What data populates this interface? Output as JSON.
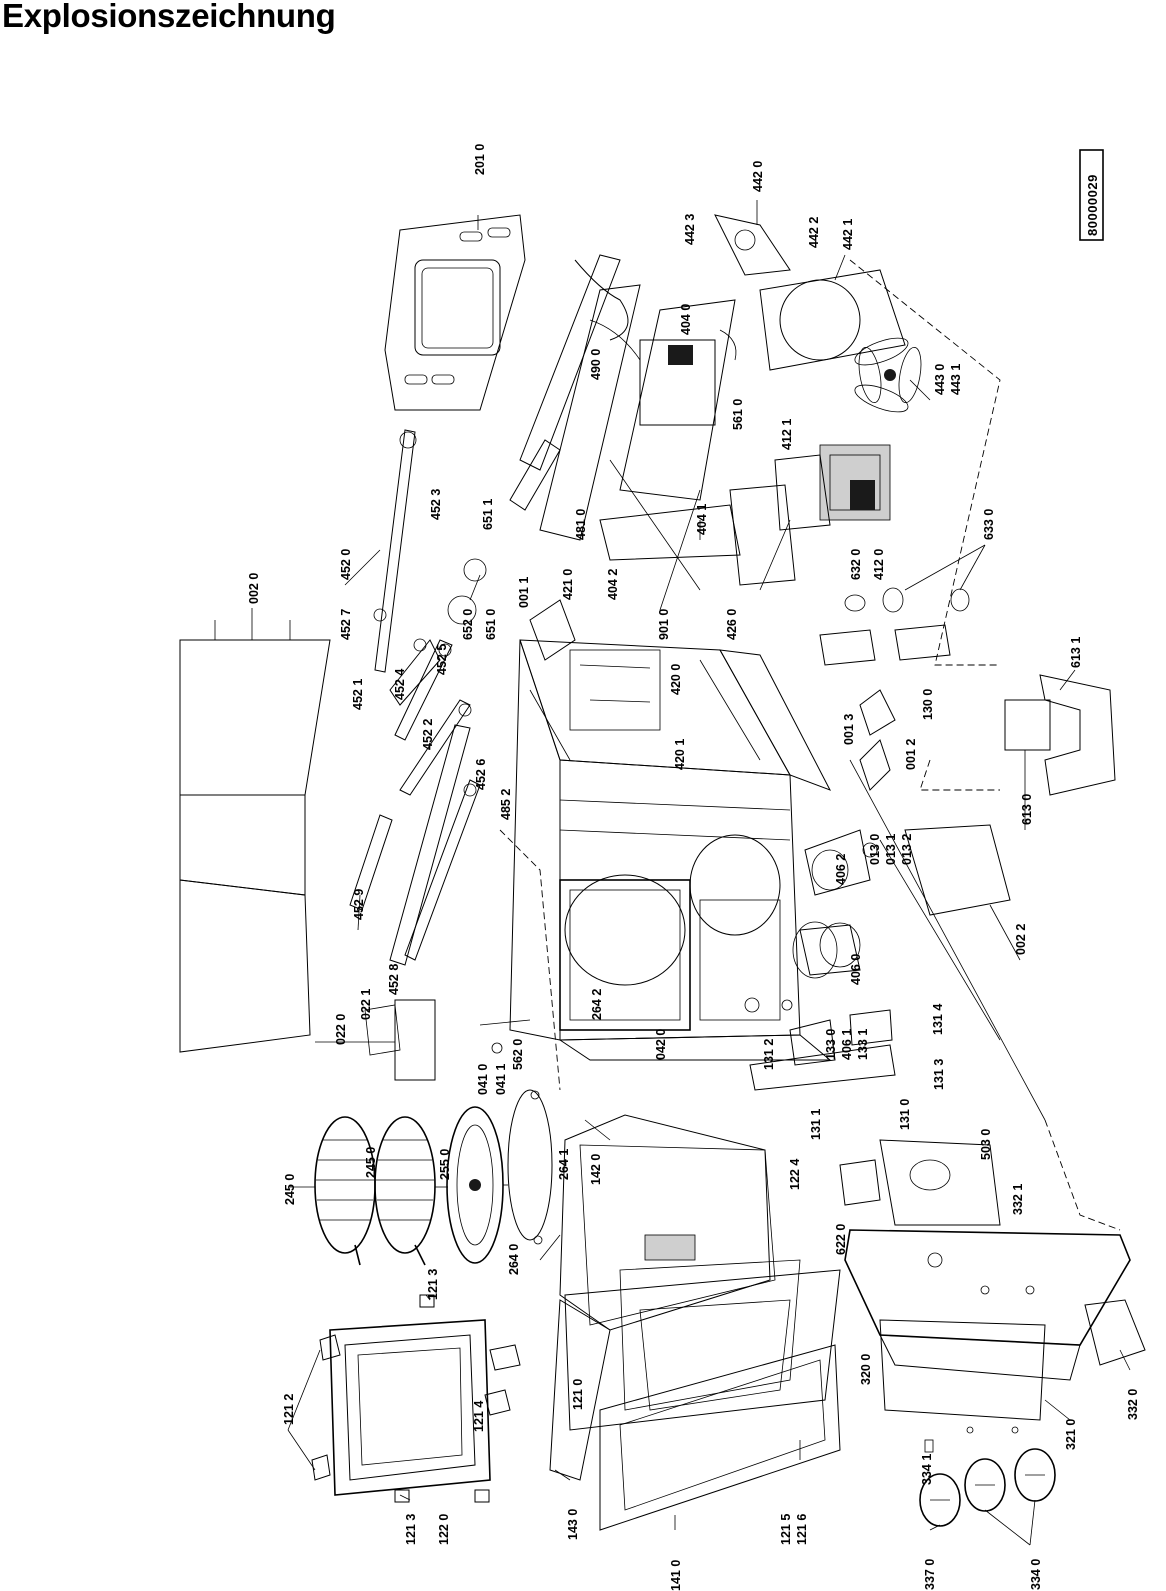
{
  "title": "Explosionszeichnung",
  "drawing_code": "80000029",
  "part_labels": [
    "201 0",
    "002 0",
    "452 0",
    "452 3",
    "452 7",
    "452 1",
    "452 4",
    "452 5",
    "452 2",
    "452 6",
    "452 9",
    "452 8",
    "022 0",
    "022 1",
    "041 0",
    "041 1",
    "562 0",
    "485 2",
    "651 1",
    "652 0",
    "651 0",
    "001 1",
    "421 0",
    "481 0",
    "404 2",
    "404 1",
    "404 0",
    "490 0",
    "561 0",
    "412 1",
    "412 0",
    "442 0",
    "442 3",
    "442 2",
    "442 1",
    "443 0",
    "443 1",
    "633 0",
    "632 0",
    "901 0",
    "426 0",
    "420 0",
    "420 1",
    "130 0",
    "001 3",
    "001 2",
    "613 1",
    "613 0",
    "013 0",
    "013 1",
    "013 2",
    "406 2",
    "002 2",
    "406 0",
    "264 2",
    "042 0",
    "131 4",
    "133 0",
    "406 1",
    "133 1",
    "131 2",
    "131 3",
    "131 1",
    "131 0",
    "245 0",
    "245 0",
    "255 0",
    "264 1",
    "264 0",
    "142 0",
    "122 4",
    "503 0",
    "332 1",
    "622 0",
    "121 3",
    "121 2",
    "121 4",
    "121 0",
    "143 0",
    "141 0",
    "121 5",
    "121 6",
    "121 3",
    "122 0",
    "320 0",
    "321 0",
    "332 0",
    "334 1",
    "337 0",
    "334 0"
  ]
}
